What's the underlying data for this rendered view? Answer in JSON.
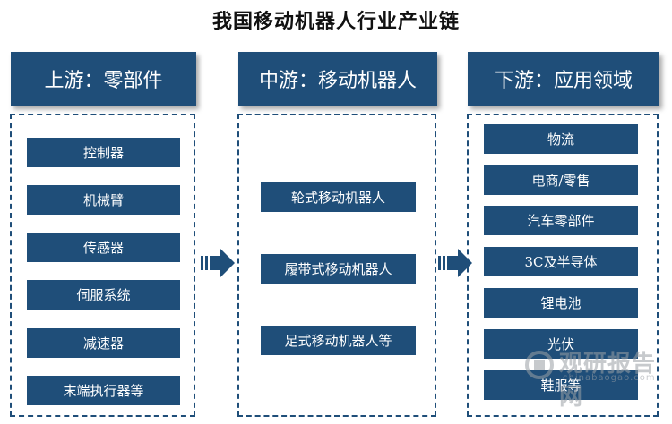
{
  "title": "我国移动机器人行业产业链",
  "upstream": {
    "header": "上游：零部件",
    "items": [
      "控制器",
      "机械臂",
      "传感器",
      "伺服系统",
      "减速器",
      "末端执行器等"
    ]
  },
  "midstream": {
    "header": "中游：移动机器人",
    "items": [
      "轮式移动机器人",
      "履带式移动机器人",
      "足式移动机器人等"
    ]
  },
  "downstream": {
    "header": "下游：应用领域",
    "items": [
      "物流",
      "电商/零售",
      "汽车零部件",
      "3C及半导体",
      "锂电池",
      "光伏",
      "鞋服等"
    ]
  },
  "watermark": {
    "text": "观研报告网",
    "url": "chinabaogao.com"
  },
  "colors": {
    "primary": "#1f4e79",
    "arrow": "#1f4e79"
  }
}
